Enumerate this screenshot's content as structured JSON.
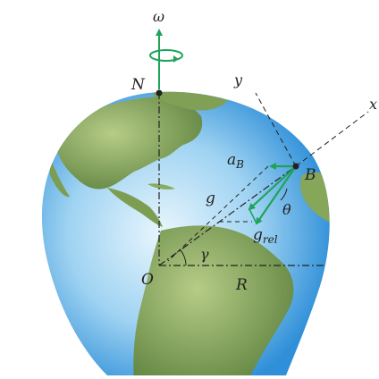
{
  "labels": {
    "omega": "ω",
    "north": "N",
    "point_b": "B",
    "origin": "O",
    "radius": "R",
    "axis_x": "x",
    "axis_y": "y",
    "accel_symbol": "a",
    "accel_subscript": "B",
    "gravity": "g",
    "gravity_rel_symbol": "g",
    "gravity_rel_subscript": "rel",
    "theta": "θ",
    "gamma": "γ"
  },
  "colors": {
    "ocean": "#3d9be0",
    "ocean_light": "#bfe4f7",
    "land": "#6b8f45",
    "land_light": "#a9c27a",
    "vector": "#1fa35a",
    "line": "#222222"
  }
}
